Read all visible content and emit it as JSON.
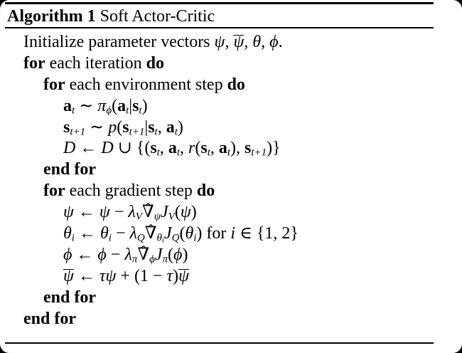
{
  "colors": {
    "frame_bg": "#000000",
    "page_bg": "#ffffff",
    "text": "#000000"
  },
  "header": {
    "label": "Algorithm 1",
    "title_rest": " Soft Actor-Critic"
  },
  "algorithm": {
    "lines": [
      {
        "indent": 0,
        "segments": [
          {
            "c": "rm",
            "v": "Initialize parameter vectors "
          },
          {
            "c": "it",
            "v": "ψ"
          },
          {
            "c": "rm",
            "v": ", "
          },
          {
            "c": "bar",
            "v": "ψ"
          },
          {
            "c": "rm",
            "v": ", "
          },
          {
            "c": "it",
            "v": "θ"
          },
          {
            "c": "rm",
            "v": ", "
          },
          {
            "c": "it",
            "v": "ϕ"
          },
          {
            "c": "rm",
            "v": "."
          }
        ]
      },
      {
        "indent": 0,
        "segments": [
          {
            "c": "kw",
            "v": "for"
          },
          {
            "c": "rm",
            "v": " each iteration "
          },
          {
            "c": "kw",
            "v": "do"
          }
        ]
      },
      {
        "indent": 1,
        "segments": [
          {
            "c": "kw",
            "v": "for"
          },
          {
            "c": "rm",
            "v": " each environment step "
          },
          {
            "c": "kw",
            "v": "do"
          }
        ]
      },
      {
        "indent": 2,
        "segments": [
          {
            "c": "bf",
            "v": "a"
          },
          {
            "c": "sub",
            "v": "t"
          },
          {
            "c": "rm",
            "v": " ∼ "
          },
          {
            "c": "it",
            "v": "π"
          },
          {
            "c": "sub",
            "v": "ϕ"
          },
          {
            "c": "rm",
            "v": "("
          },
          {
            "c": "bf",
            "v": "a"
          },
          {
            "c": "sub",
            "v": "t"
          },
          {
            "c": "rm",
            "v": "|"
          },
          {
            "c": "bf",
            "v": "s"
          },
          {
            "c": "sub",
            "v": "t"
          },
          {
            "c": "rm",
            "v": ")"
          }
        ]
      },
      {
        "indent": 2,
        "segments": [
          {
            "c": "bf",
            "v": "s"
          },
          {
            "c": "sub",
            "v": "t+1"
          },
          {
            "c": "rm",
            "v": " ∼ "
          },
          {
            "c": "it",
            "v": "p"
          },
          {
            "c": "rm",
            "v": "("
          },
          {
            "c": "bf",
            "v": "s"
          },
          {
            "c": "sub",
            "v": "t+1"
          },
          {
            "c": "rm",
            "v": "|"
          },
          {
            "c": "bf",
            "v": "s"
          },
          {
            "c": "sub",
            "v": "t"
          },
          {
            "c": "rm",
            "v": ", "
          },
          {
            "c": "bf",
            "v": "a"
          },
          {
            "c": "sub",
            "v": "t"
          },
          {
            "c": "rm",
            "v": ")"
          }
        ]
      },
      {
        "indent": 2,
        "segments": [
          {
            "c": "scr",
            "v": "D"
          },
          {
            "c": "rm",
            "v": " ← "
          },
          {
            "c": "scr",
            "v": "D"
          },
          {
            "c": "rm",
            "v": " ∪ {("
          },
          {
            "c": "bf",
            "v": "s"
          },
          {
            "c": "sub",
            "v": "t"
          },
          {
            "c": "rm",
            "v": ", "
          },
          {
            "c": "bf",
            "v": "a"
          },
          {
            "c": "sub",
            "v": "t"
          },
          {
            "c": "rm",
            "v": ", "
          },
          {
            "c": "it",
            "v": "r"
          },
          {
            "c": "rm",
            "v": "("
          },
          {
            "c": "bf",
            "v": "s"
          },
          {
            "c": "sub",
            "v": "t"
          },
          {
            "c": "rm",
            "v": ", "
          },
          {
            "c": "bf",
            "v": "a"
          },
          {
            "c": "sub",
            "v": "t"
          },
          {
            "c": "rm",
            "v": "), "
          },
          {
            "c": "bf",
            "v": "s"
          },
          {
            "c": "sub",
            "v": "t+1"
          },
          {
            "c": "rm",
            "v": ")}"
          }
        ]
      },
      {
        "indent": 1,
        "segments": [
          {
            "c": "kw",
            "v": "end for"
          }
        ]
      },
      {
        "indent": 1,
        "segments": [
          {
            "c": "kw",
            "v": "for"
          },
          {
            "c": "rm",
            "v": " each gradient step "
          },
          {
            "c": "kw",
            "v": "do"
          }
        ]
      },
      {
        "indent": 2,
        "segments": [
          {
            "c": "it",
            "v": "ψ"
          },
          {
            "c": "rm",
            "v": " ← "
          },
          {
            "c": "it",
            "v": "ψ"
          },
          {
            "c": "rm",
            "v": " − "
          },
          {
            "c": "it",
            "v": "λ"
          },
          {
            "c": "sub",
            "v": "V"
          },
          {
            "c": "nab",
            "v": "∇",
            "h": "ˆ"
          },
          {
            "c": "sub",
            "v": "ψ"
          },
          {
            "c": "it",
            "v": "J"
          },
          {
            "c": "sub",
            "v": "V"
          },
          {
            "c": "rm",
            "v": "("
          },
          {
            "c": "it",
            "v": "ψ"
          },
          {
            "c": "rm",
            "v": ")"
          }
        ]
      },
      {
        "indent": 2,
        "segments": [
          {
            "c": "it",
            "v": "θ"
          },
          {
            "c": "sub",
            "v": "i"
          },
          {
            "c": "rm",
            "v": " ← "
          },
          {
            "c": "it",
            "v": "θ"
          },
          {
            "c": "sub",
            "v": "i"
          },
          {
            "c": "rm",
            "v": " − "
          },
          {
            "c": "it",
            "v": "λ"
          },
          {
            "c": "sub",
            "v": "Q"
          },
          {
            "c": "nab",
            "v": "∇",
            "h": "ˆ"
          },
          {
            "c": "sub",
            "v": "θ"
          },
          {
            "c": "subsub",
            "v": "i"
          },
          {
            "c": "it",
            "v": "J"
          },
          {
            "c": "sub",
            "v": "Q"
          },
          {
            "c": "rm",
            "v": "("
          },
          {
            "c": "it",
            "v": "θ"
          },
          {
            "c": "sub",
            "v": "i"
          },
          {
            "c": "rm",
            "v": ") for "
          },
          {
            "c": "it",
            "v": "i"
          },
          {
            "c": "rm",
            "v": " ∈ {1, 2}"
          }
        ]
      },
      {
        "indent": 2,
        "segments": [
          {
            "c": "it",
            "v": "ϕ"
          },
          {
            "c": "rm",
            "v": " ← "
          },
          {
            "c": "it",
            "v": "ϕ"
          },
          {
            "c": "rm",
            "v": " − "
          },
          {
            "c": "it",
            "v": "λ"
          },
          {
            "c": "sub",
            "v": "π"
          },
          {
            "c": "nab",
            "v": "∇",
            "h": "ˆ"
          },
          {
            "c": "sub",
            "v": "ϕ"
          },
          {
            "c": "it",
            "v": "J"
          },
          {
            "c": "sub",
            "v": "π"
          },
          {
            "c": "rm",
            "v": "("
          },
          {
            "c": "it",
            "v": "ϕ"
          },
          {
            "c": "rm",
            "v": ")"
          }
        ]
      },
      {
        "indent": 2,
        "segments": [
          {
            "c": "bar",
            "v": "ψ"
          },
          {
            "c": "rm",
            "v": " ← "
          },
          {
            "c": "it",
            "v": "τψ"
          },
          {
            "c": "rm",
            "v": " + (1 − "
          },
          {
            "c": "it",
            "v": "τ"
          },
          {
            "c": "rm",
            "v": ")"
          },
          {
            "c": "bar",
            "v": "ψ"
          }
        ]
      },
      {
        "indent": 1,
        "segments": [
          {
            "c": "kw",
            "v": "end for"
          }
        ]
      },
      {
        "indent": 0,
        "segments": [
          {
            "c": "kw",
            "v": "end for"
          }
        ]
      }
    ]
  }
}
